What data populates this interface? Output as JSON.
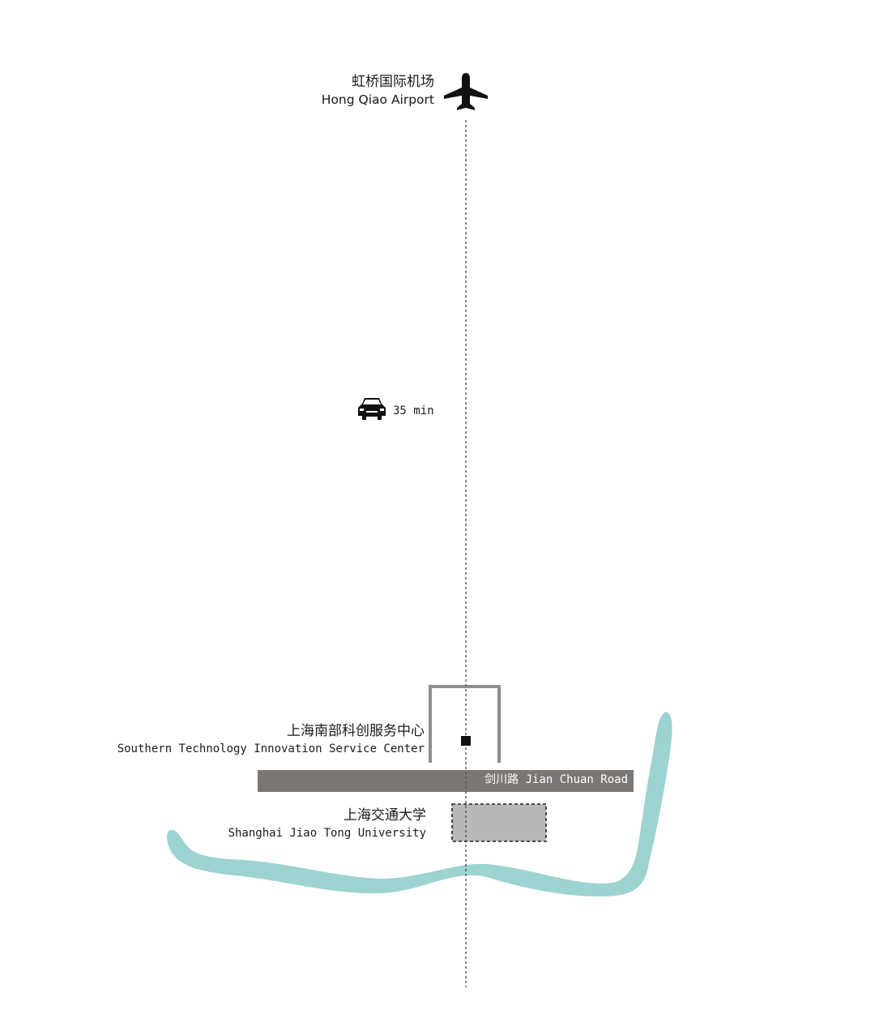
{
  "airport": {
    "name_zh": "虹桥国际机场",
    "name_en": "Hong Qiao Airport",
    "icon": "airplane-icon"
  },
  "route": {
    "mode_icon": "car-icon",
    "travel_time": "35 min"
  },
  "destination": {
    "name_zh": "上海南部科创服务中心",
    "name_en": "Southern Technology Innovation Service Center"
  },
  "road": {
    "label": "剑川路 Jian Chuan Road"
  },
  "university": {
    "name_zh": "上海交通大学",
    "name_en": "Shanghai Jiao Tong University"
  },
  "colors": {
    "river": "#9dd3d1",
    "road": "#7a7775",
    "campus": "#b8b8b8",
    "site_outline": "#8e8e8e",
    "route_line": "#555555",
    "ink": "#1a1a1a"
  }
}
